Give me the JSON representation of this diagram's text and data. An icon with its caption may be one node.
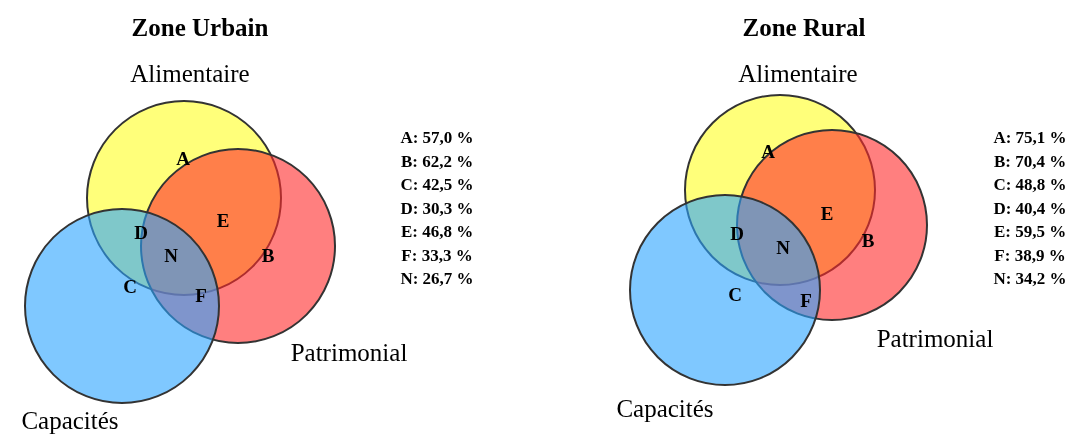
{
  "diagram": {
    "nodes": [
      {
        "text": [
          "Alimentaire"
        ]
      },
      {
        "text": [
          "Patrimonial"
        ]
      },
      {
        "text": [
          "Capacités"
        ]
      },
      {
        "text": [
          "Alimentaire"
        ]
      },
      {
        "text": [
          "Patrimonial"
        ]
      },
      {
        "text": [
          "Capacités"
        ]
      }
    ],
    "edges": [],
    "labels": [
      "Zone Urbain",
      "A",
      "E",
      "D",
      "N",
      "B",
      "C",
      "F",
      "A: 57,0 %",
      "B: 62,2 %",
      "C: 42,5 %",
      "D: 30,3 %",
      "E: 46,8 %",
      "F: 33,3 %",
      "N: 26,7 %",
      "Zone Rural",
      "A",
      "E",
      "D",
      "N",
      "B",
      "C",
      "F",
      "A: 75,1 %",
      "B: 70,4 %",
      "C: 48,8 %",
      "D: 40,4 %",
      "E: 59,5 %",
      "F: 38,9 %",
      "N: 34,2 %"
    ]
  }
}
